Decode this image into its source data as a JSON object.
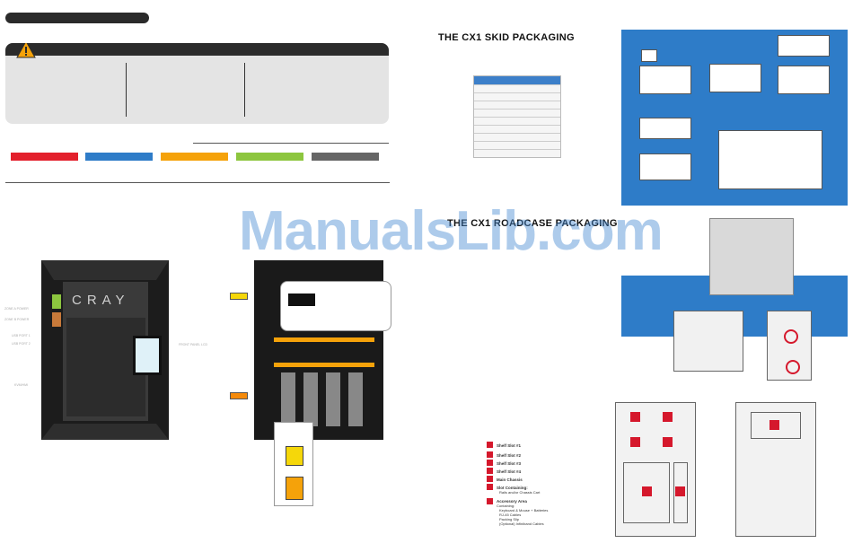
{
  "skid_section": {
    "title": "THE CX1 SKID PACKAGING"
  },
  "roadcase_section": {
    "title": "THE CX1 ROADCASE PACKAGING"
  },
  "chassis": {
    "logo": "CRAY",
    "labels": [
      "ZONE A POWER",
      "ZONE B POWER",
      "USB PORT 1",
      "USB PORT 2",
      "KVM/HMI"
    ],
    "lcd_label": "FRONT PANEL LCD"
  },
  "legend": {
    "items": [
      "Shelf Slot #1",
      "Shelf Slot #2",
      "Shelf Slot #3",
      "Shelf Slot #4",
      "Main Chassis",
      "Slot Containing:"
    ],
    "slot_sub": "Rails and/or Chassis Cart",
    "accessory_title": "Accessory Area",
    "accessory_intro": "Containing:",
    "accessory_items": [
      "Keyboard & Mouse + Batteries",
      "RJ-45 Cables",
      "Packing Slip",
      "(Optional) Infiniband Cables"
    ]
  },
  "watermark": "ManualsLib.com",
  "colors": {
    "red": "#e3202c",
    "blue": "#2e7cc8",
    "orange": "#f5a20a",
    "green": "#8dc63f",
    "gray": "#666666"
  }
}
